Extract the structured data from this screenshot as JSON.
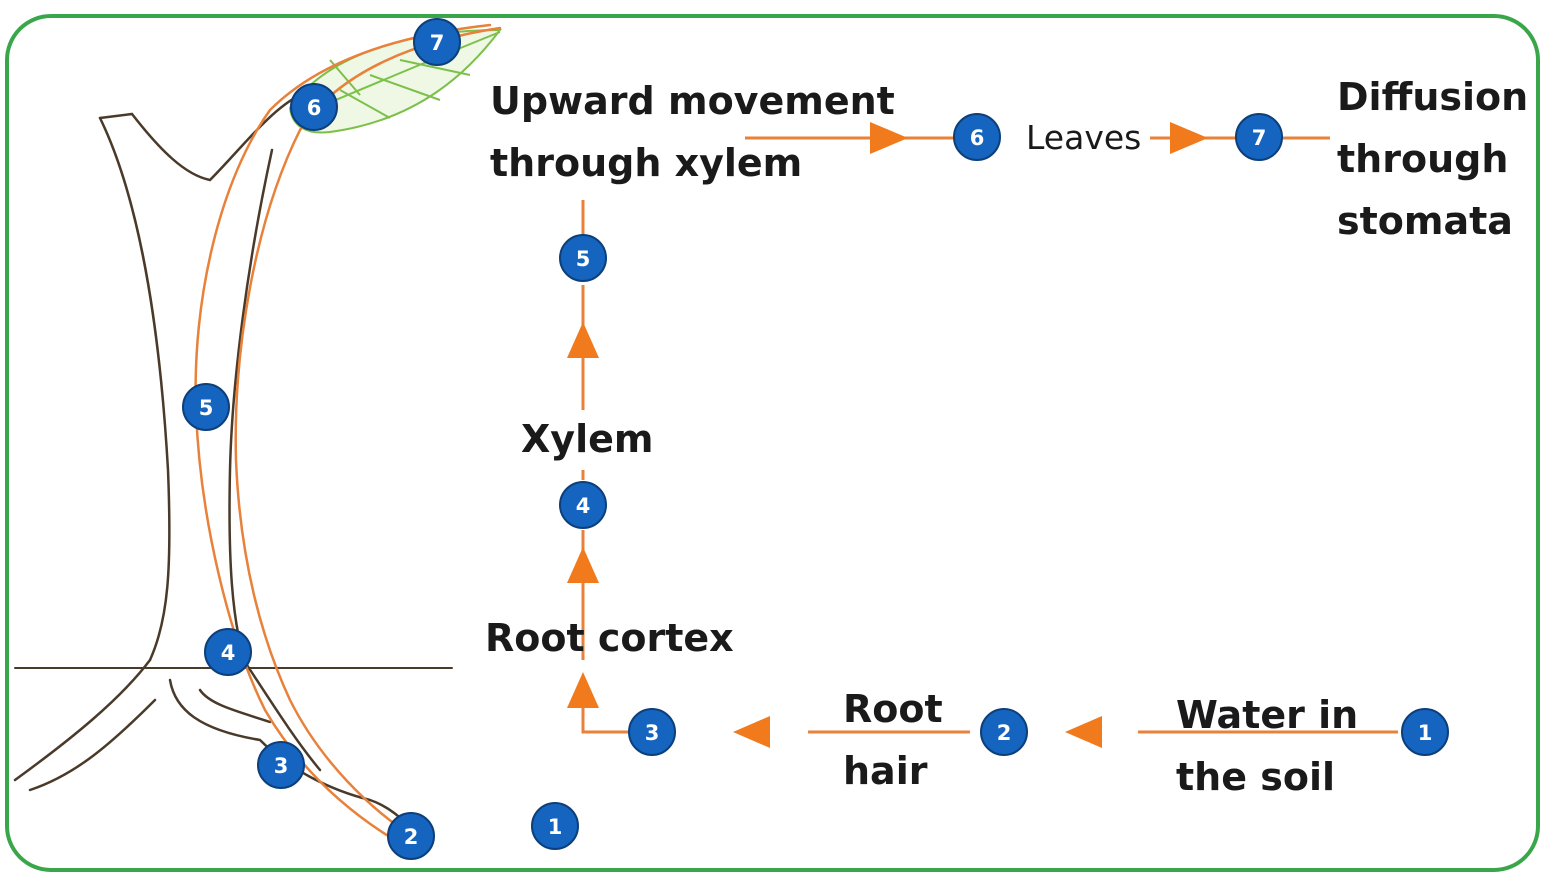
{
  "labels": {
    "water_in_soil": [
      "Water in",
      "the soil"
    ],
    "root_hair": [
      "Root",
      "hair"
    ],
    "root_cortex": "Root cortex",
    "xylem": "Xylem",
    "upward": [
      "Upward movement",
      "through xylem"
    ],
    "leaves": "Leaves",
    "diffusion": [
      "Diffusion",
      "through",
      "stomata"
    ]
  },
  "steps": [
    "1",
    "2",
    "3",
    "4",
    "5",
    "6",
    "7"
  ],
  "colors": {
    "frame": "#3aa64a",
    "arrow": "#f07a1c",
    "badge": "#1565c0",
    "tree_outline": "#4a3a2a",
    "water_path": "#e8813a",
    "leaf": "#7cc04a"
  }
}
